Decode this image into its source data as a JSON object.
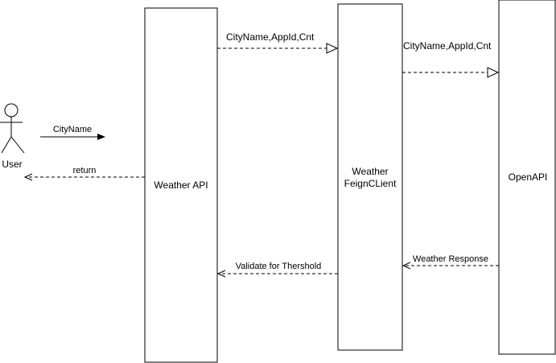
{
  "actor": {
    "label": "User"
  },
  "participants": {
    "weather_api": "Weather API",
    "feign_client": {
      "line1": "Weather",
      "line2": "FeignCLient"
    },
    "open_api": "OpenAPI"
  },
  "messages": {
    "user_to_api": "CityName",
    "api_to_user": "return",
    "api_to_feign": "CityName,AppId,Cnt",
    "feign_to_open": "CityName,AppId,Cnt",
    "open_to_feign": "Weather Response",
    "feign_to_api": "Validate for Thershold"
  }
}
